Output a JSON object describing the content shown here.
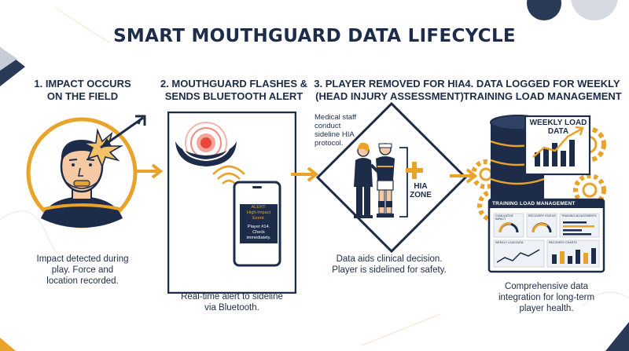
{
  "title": "SMART MOUTHGUARD DATA LIFECYCLE",
  "colors": {
    "navy": "#1c2c49",
    "gold": "#eaa32a",
    "red": "#e8473a",
    "light": "#eef1f5"
  },
  "steps": [
    {
      "heading_line1": "1. IMPACT OCCURS",
      "heading_line2": "ON THE FIELD",
      "caption_line1": "Impact detected during",
      "caption_line2": "play. Force and",
      "caption_line3": "location recorded.",
      "icon": "player-impact-icon"
    },
    {
      "heading_line1": "2. MOUTHGUARD FLASHES &",
      "heading_line2": "SENDS BLUETOOTH ALERT",
      "caption_line1": "Real-time alert to sideline",
      "caption_line2": "via Bluetooth.",
      "icon": "mouthguard-phone-icon",
      "phone": {
        "alert_line1": "ALERT:",
        "alert_line2": "High-Impact Event.",
        "alert_line3": "Player #14.",
        "alert_line4": "Check immediately."
      }
    },
    {
      "heading_line1": "3. PLAYER REMOVED FOR HIA",
      "heading_line2": "(HEAD INJURY ASSESSMENT)",
      "caption_line1": "Data aids clinical decision.",
      "caption_line2": "Player is sidelined for safety.",
      "icon": "medical-staff-icon",
      "note_line1": "Medical staff",
      "note_line2": "conduct",
      "note_line3": "sideline HIA",
      "note_line4": "protocol.",
      "zone_line1": "HIA",
      "zone_line2": "ZONE"
    },
    {
      "heading_line1": "4. DATA LOGGED FOR WEEKLY",
      "heading_line2": "TRAINING LOAD MANAGEMENT",
      "caption_line1": "Comprehensive data",
      "caption_line2": "integration for long-term",
      "caption_line3": "player health.",
      "icon": "database-dashboard-icon",
      "weekly_line1": "WEEKLY LOAD",
      "weekly_line2": "DATA",
      "dashboard": {
        "title": "TRAINING LOAD MANAGEMENT",
        "panel1": "CUMULATIVE IMPACT",
        "panel2": "RECOVERY STATUS",
        "panel3": "TRAINING ADJUSTMENTS",
        "panel4": "WEEKLY LOAD DATA",
        "panel5": "RECOVERY CHARTS"
      }
    }
  ]
}
